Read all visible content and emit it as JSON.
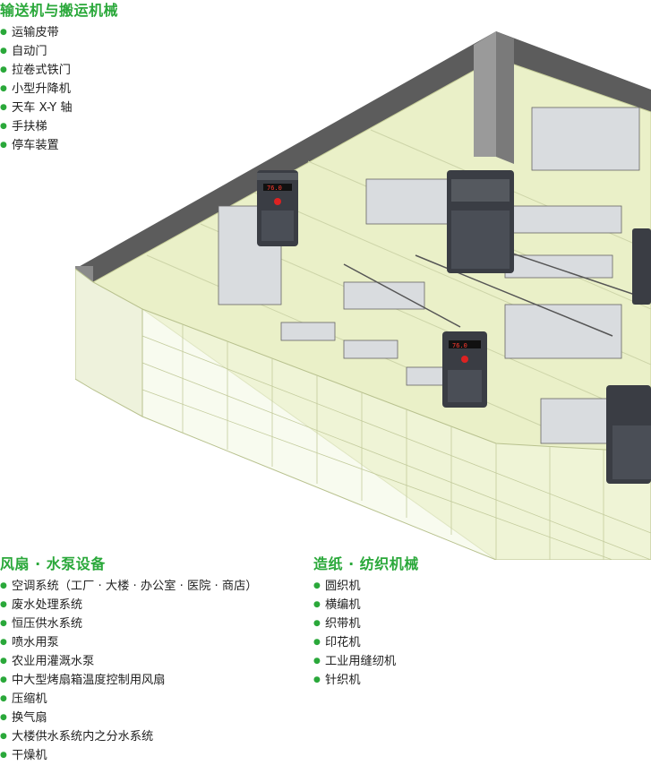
{
  "sections": {
    "conveyor": {
      "title": "输送机与搬运机械",
      "items": [
        "运输皮带",
        "自动门",
        "拉卷式铁门",
        "小型升降机",
        "天车 X-Y 轴",
        "手扶梯",
        "停车装置"
      ]
    },
    "fan_pump": {
      "title": "风扇 · 水泵设备",
      "items": [
        "空调系统（工厂 · 大楼 · 办公室 · 医院 · 商店）",
        "废水处理系统",
        "恒压供水系统",
        "喷水用泵",
        "农业用灌溉水泵",
        "中大型烤扇箱温度控制用风扇",
        "压缩机",
        "换气扇",
        "大楼供水系统内之分水系统",
        "干燥机"
      ]
    },
    "paper_textile": {
      "title": "造纸 · 纺织机械",
      "items": [
        "圆织机",
        "横编机",
        "织带机",
        "印花机",
        "工业用缝纫机",
        "针织机"
      ]
    }
  },
  "illustration": {
    "drive_display_value": "76.0",
    "colors": {
      "accent": "#2aa83a",
      "floor": "#eaf0c8",
      "wall": "#5a5a5a",
      "drive": "#3a3d44"
    }
  }
}
